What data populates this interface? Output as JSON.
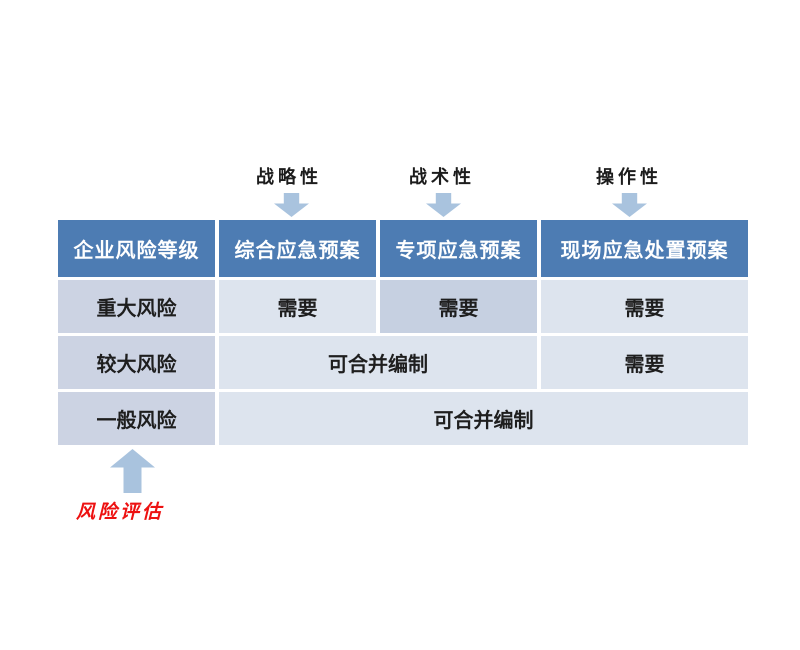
{
  "colors": {
    "header_bg": "#4d7cb3",
    "col1_bg": "#ccd3e3",
    "cell_bg": "#dde4ee",
    "cell_highlight_bg": "#c6d0e1",
    "arrow": "#a9c3de",
    "assessment_text": "#ed1111"
  },
  "top_labels": [
    {
      "label": "战略性"
    },
    {
      "label": "战术性"
    },
    {
      "label": "操作性"
    }
  ],
  "table": {
    "headers": [
      "企业风险等级",
      "综合应急预案",
      "专项应急预案",
      "现场应急处置预案"
    ],
    "rows": [
      {
        "level": "重大风险",
        "cells": [
          {
            "text": "需要"
          },
          {
            "text": "需要",
            "highlight": true
          },
          {
            "text": "需要"
          }
        ]
      },
      {
        "level": "较大风险",
        "cells": [
          {
            "text": "可合并编制",
            "span": 2
          },
          {
            "text": "需要"
          }
        ]
      },
      {
        "level": "一般风险",
        "cells": [
          {
            "text": "可合并编制",
            "span": 3
          }
        ]
      }
    ]
  },
  "assessment_label": "风险评估"
}
